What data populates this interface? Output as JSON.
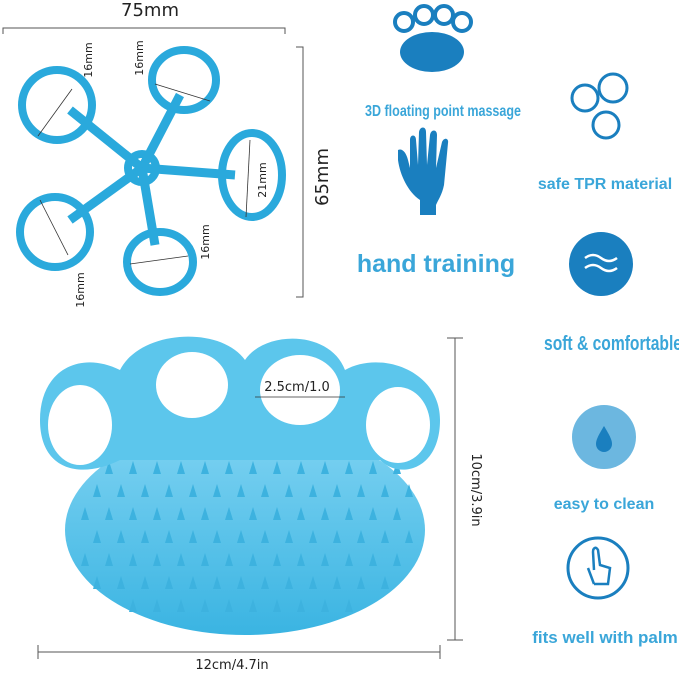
{
  "colors": {
    "feature_text": "#3aa6d9",
    "icon": "#1a7fbf",
    "product": "#4cc0e8",
    "product_dark": "#2aa6d6"
  },
  "top_diagram": {
    "width_label": "75mm",
    "height_label": "65mm",
    "ring_labels": [
      "16mm",
      "16mm",
      "21mm",
      "16mm",
      "16mm"
    ]
  },
  "product": {
    "ring_label": "2.5cm/1.0",
    "height_label": "10cm/3.9in",
    "width_label": "12cm/4.7in"
  },
  "features": [
    {
      "icon": "massage-ball-icon",
      "label": "3D floating point massage"
    },
    {
      "icon": "hand-icon",
      "label": "hand training"
    },
    {
      "icon": "material-circles-icon",
      "label": "safe TPR material"
    },
    {
      "icon": "wave-icon",
      "label": "soft & comfortable"
    },
    {
      "icon": "water-drop-icon",
      "label": "easy to clean"
    },
    {
      "icon": "pointer-hand-icon",
      "label": "fits well with palm"
    }
  ]
}
